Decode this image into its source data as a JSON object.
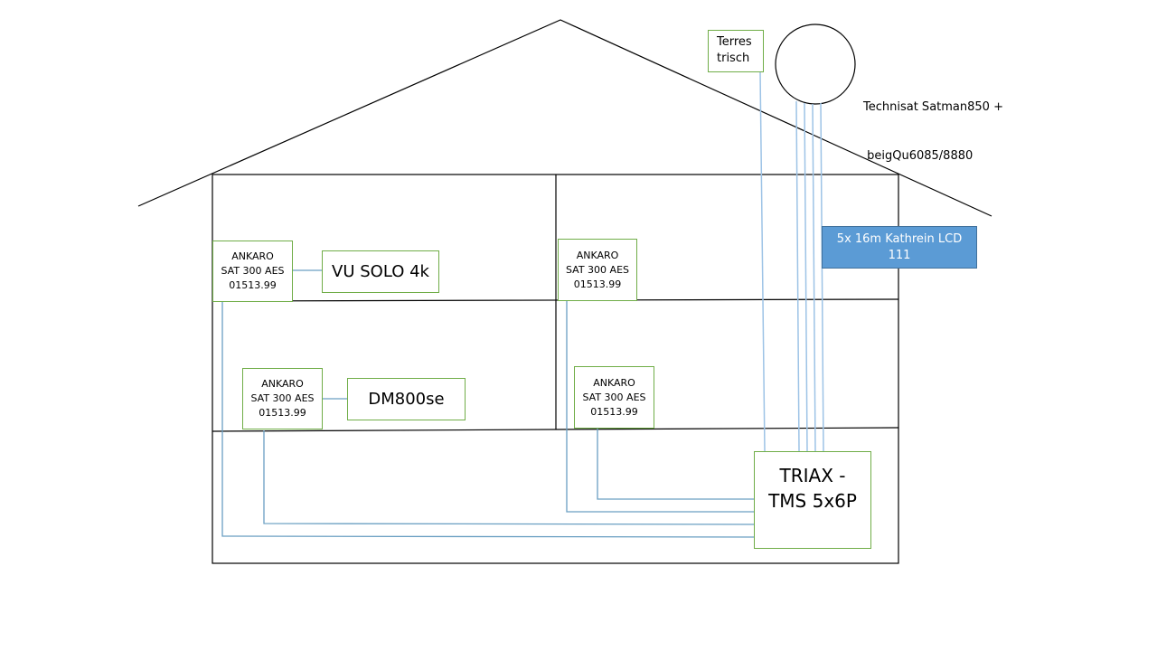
{
  "terrestrial": {
    "line1": "Terres",
    "line2": "trisch"
  },
  "dish": {
    "line1": "Technisat Satman850 +",
    "line2": " beigQu6085/8880"
  },
  "cable": {
    "line1": "5x 16m Kathrein LCD",
    "line2": "111"
  },
  "multiswitch": {
    "line1": "TRIAX -",
    "line2": "TMS 5x6P"
  },
  "receivers": [
    {
      "line1": "ANKARO",
      "line2": "SAT 300 AES",
      "line3": "01513.99"
    },
    {
      "line1": "ANKARO",
      "line2": "SAT 300 AES",
      "line3": "01513.99"
    },
    {
      "line1": "ANKARO",
      "line2": "SAT 300 AES",
      "line3": "01513.99"
    },
    {
      "line1": "ANKARO",
      "line2": "SAT 300 AES",
      "line3": "01513.99"
    }
  ],
  "devices": [
    {
      "label": "VU SOLO 4k"
    },
    {
      "label": "DM800se"
    }
  ],
  "colors": {
    "wire": "#5b9bd5",
    "box_border": "#70ad47",
    "cable_fill": "#5b9bd5"
  }
}
